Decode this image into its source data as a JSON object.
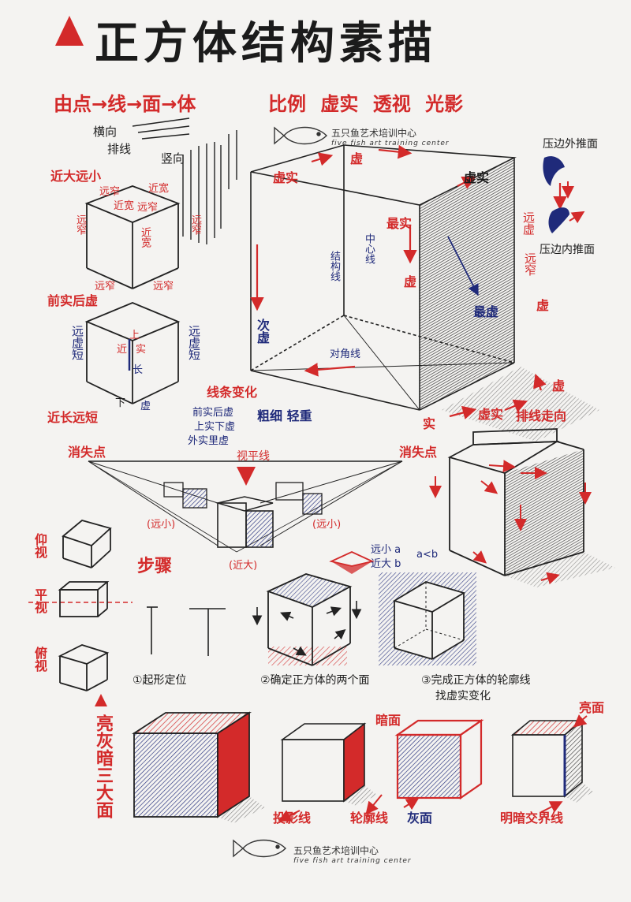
{
  "title": "正方体结构素描",
  "principles": {
    "flow": "由点→线→面→体",
    "keys": "比例 虚实 透视 光影"
  },
  "watermark": {
    "name": "五只鱼艺术培训中心",
    "subtitle": "five fish art training center"
  },
  "lines_section": {
    "horizontal": "横向",
    "hatching": "排线",
    "vertical": "竖向"
  },
  "cube1": {
    "heading": "近大远小",
    "top_left": "远窄",
    "top_right": "近宽",
    "top_back": "近宽",
    "right_top": "远窄",
    "left_side": "远窄",
    "center": "近宽",
    "right_side": "远窄",
    "bottom_left": "远窄",
    "bottom_right": "远窄"
  },
  "cube2": {
    "heading": "前实后虚",
    "left": "远虚短",
    "right": "远虚短",
    "up": "上",
    "near": "近",
    "solid": "实",
    "long": "长",
    "down": "下",
    "faint": "虚"
  },
  "cube3_heading": "近长远短",
  "line_variation": {
    "title": "线条变化",
    "rule1": "前实后虚",
    "rule2": "上实下虚",
    "rule3": "外实里虚",
    "weights": "粗细  轻重"
  },
  "big_cube": {
    "faint_solid": "虚实",
    "faint_top": "虚",
    "faint_solid_right": "虚实",
    "most_solid": "最实",
    "center_line": "中心线",
    "structure_line": "结构线",
    "faint_right": "虚",
    "secondary_faint": "次虚",
    "most_faint": "最虚",
    "diagonal": "对角线",
    "solid_bottom": "实",
    "faint_bottom": "虚实",
    "hatching_direction": "排线走向",
    "faint_shadow": "虚",
    "faint_edge": "虚"
  },
  "shading_notes": {
    "outer": "压边外推面",
    "inner": "压边内推面",
    "far": "远虚",
    "near": "远窄"
  },
  "perspective": {
    "vp_left": "消失点",
    "vp_right": "消失点",
    "horizon": "视平线",
    "far_left": "(远小)",
    "far_right": "(远小)",
    "near": "(近大)"
  },
  "views": {
    "up": "仰视",
    "level": "平视",
    "down": "俯视"
  },
  "steps": {
    "heading": "步骤",
    "a_label": "远小 a",
    "b_label": "近大 b",
    "rel": "a<b",
    "step1": "①起形定位",
    "step2": "②确定正方体的两个面",
    "step3": "③完成正方体的轮廓线",
    "step3b": "找虚实变化"
  },
  "three_faces": {
    "heading": "亮灰暗三大面",
    "dark_face": "暗面",
    "light_face": "亮面",
    "shadow_line": "投影线",
    "contour_line": "轮廓线",
    "gray_face": "灰面",
    "terminator": "明暗交界线"
  },
  "colors": {
    "accent_red": "#d32a2a",
    "ink_blue": "#1f2a7a",
    "pencil": "#2a2a2a"
  }
}
